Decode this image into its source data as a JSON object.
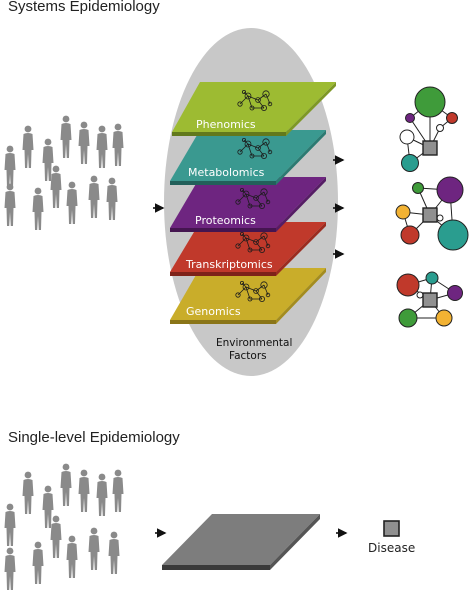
{
  "titles": {
    "systems": "Systems Epidemiology",
    "single": "Single-level Epidemiology"
  },
  "layers": [
    {
      "label": "Phenomics",
      "color": "#9dbb32"
    },
    {
      "label": "Metabolomics",
      "color": "#3a9990"
    },
    {
      "label": "Proteomics",
      "color": "#6e2580"
    },
    {
      "label": "Transkriptomics",
      "color": "#c0392b"
    },
    {
      "label": "Genomics",
      "color": "#c9ad2a"
    }
  ],
  "environment": {
    "line1": "Environmental",
    "line2": "Factors"
  },
  "disease_label": "Disease",
  "colors": {
    "ellipse": "#c8c8c8",
    "people": "#8a8a8a",
    "single_layer": "#7d7d7d",
    "node_gray": "#909090"
  },
  "icons": [
    "person-silhouette-icon",
    "arrow-right-icon",
    "network-icon",
    "disease-square-icon"
  ]
}
